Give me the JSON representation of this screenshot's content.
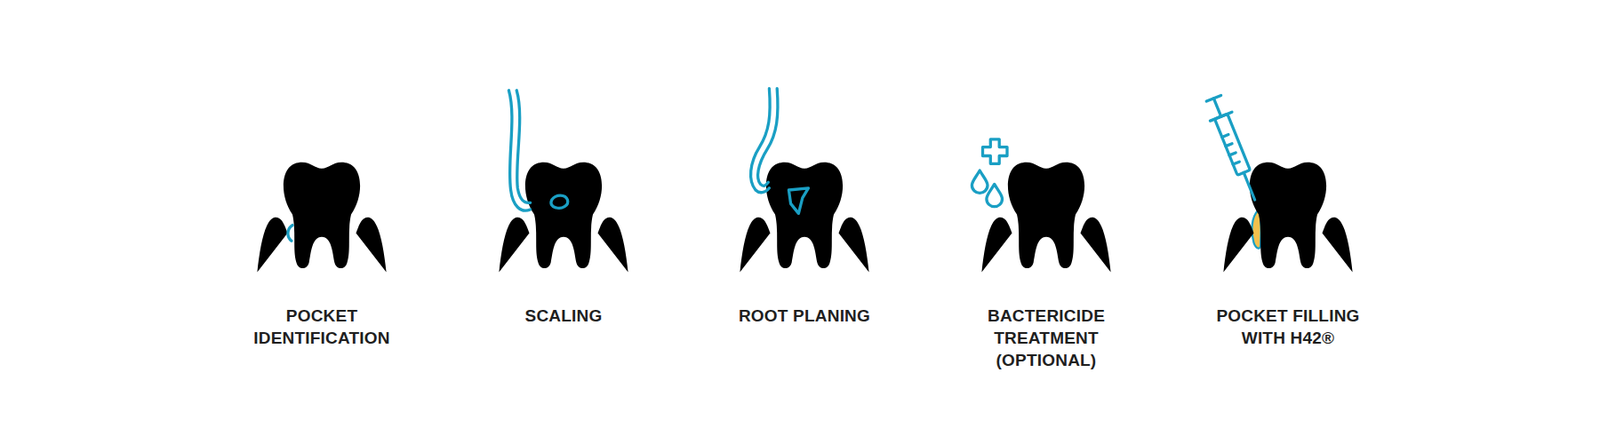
{
  "diagram": {
    "labels": [
      "POCKET IDENTIFICATION",
      "SCALING",
      "ROOT PLANING",
      "BACTERICIDE TREATMENT (OPTIONAL)",
      "POCKET FILLING WITH H42®"
    ]
  }
}
